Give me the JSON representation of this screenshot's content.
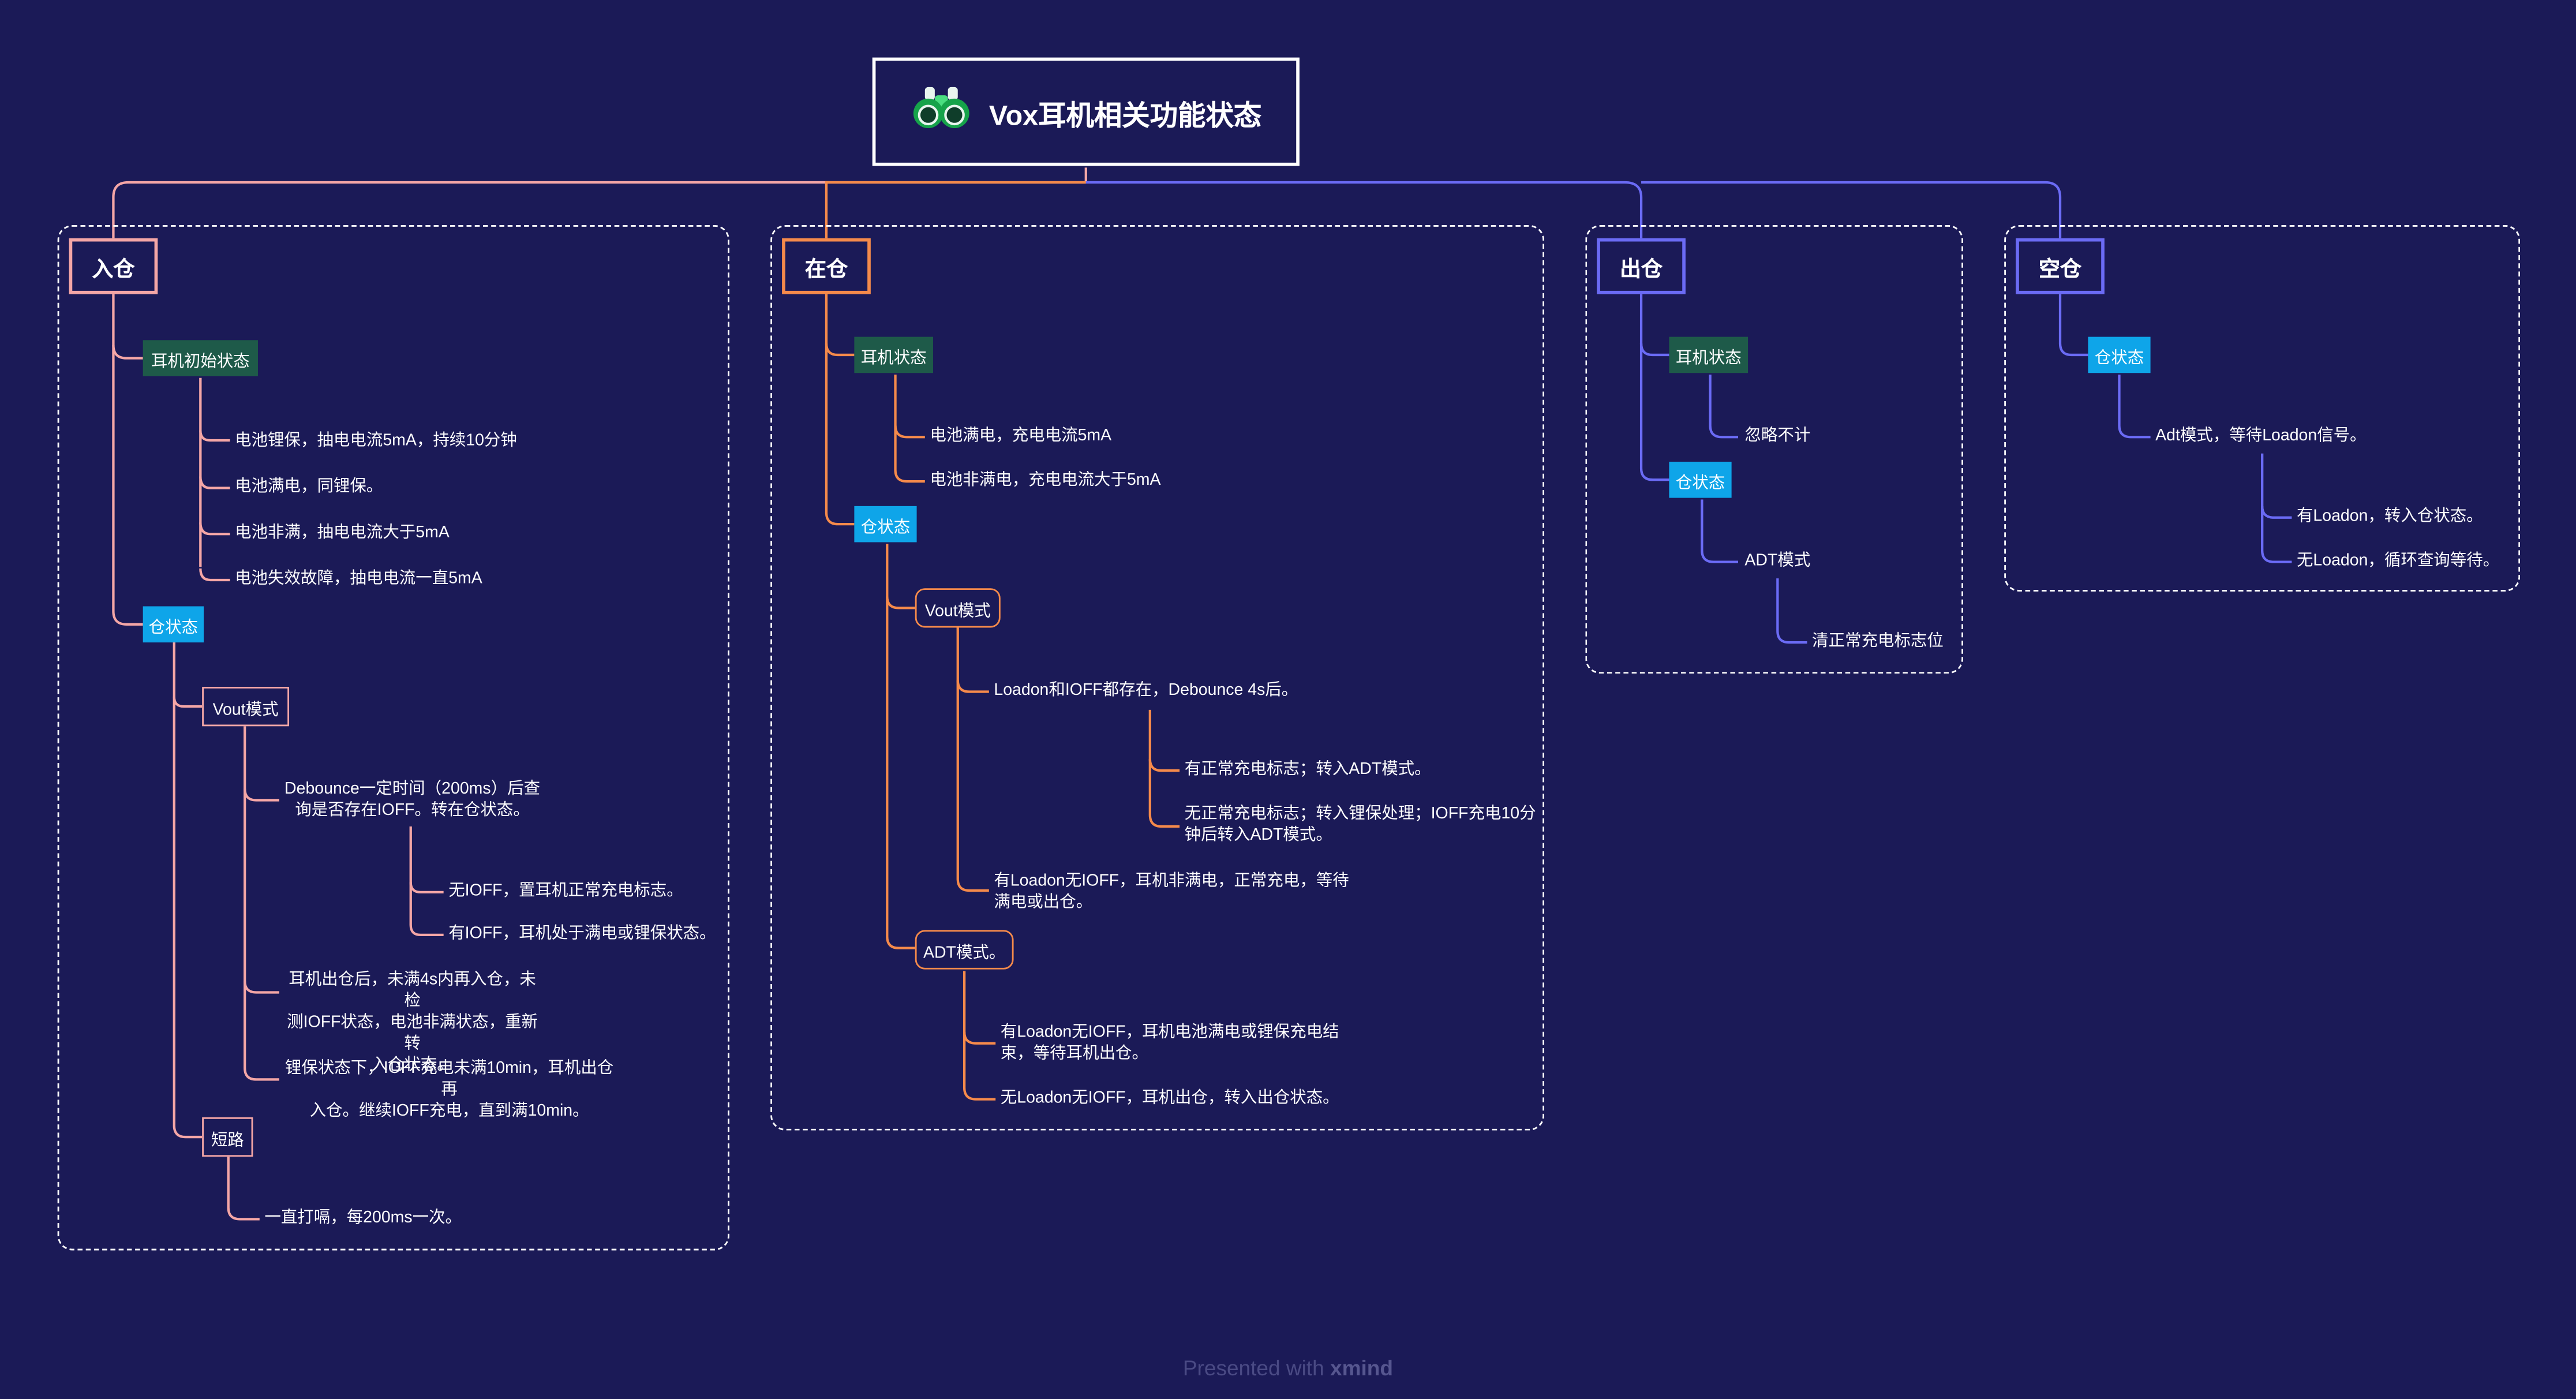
{
  "title": "Vox耳机相关功能状态",
  "colors": {
    "background": "#1b1a57",
    "branch_pink": "#f4a6a6",
    "branch_orange": "#f58a4b",
    "branch_indigo": "#6b6bf5",
    "pill_green": "#1e5a49",
    "pill_blue": "#0ea5e9"
  },
  "icons": {
    "root": "binoculars-icon"
  },
  "branches": {
    "ru": {
      "label": "入仓",
      "headset_status": "耳机初始状态",
      "headset_items": [
        "电池锂保，抽电电流5mA，持续10分钟",
        "电池满电，同锂保。",
        "电池非满，抽电电流大于5mA",
        "电池失效故障，抽电电流一直5mA"
      ],
      "case_status": "仓状态",
      "vout_mode": "Vout模式",
      "debounce": "Debounce一定时间（200ms）后查\n询是否存在IOFF。转在仓状态。",
      "no_ioff": "无IOFF，置耳机正常充电标志。",
      "has_ioff": "有IOFF，耳机处于满电或锂保状态。",
      "reenter": "耳机出仓后，未满4s内再入仓，未检\n测IOFF状态，电池非满状态，重新转\n入仓状态。",
      "lithium_protect": "锂保状态下，IOFF充电未满10min，耳机出仓再\n入仓。继续IOFF充电，直到满10min。",
      "short_circuit": "短路",
      "beep": "一直打嗝，每200ms一次。"
    },
    "zai": {
      "label": "在仓",
      "headset_status": "耳机状态",
      "headset_items": [
        "电池满电，充电电流5mA",
        "电池非满电，充电电流大于5mA"
      ],
      "case_status": "仓状态",
      "vout_mode": "Vout模式",
      "loadon_ioff": "Loadon和IOFF都存在，Debounce 4s后。",
      "normal_flag": "有正常充电标志；转入ADT模式。",
      "no_normal_flag": "无正常充电标志；转入锂保处理；IOFF充电10分\n钟后转入ADT模式。",
      "loadon_no_ioff": "有Loadon无IOFF，耳机非满电，正常充电，等待\n满电或出仓。",
      "adt_mode": "ADT模式。",
      "adt_loadon": "有Loadon无IOFF，耳机电池满电或锂保充电结\n束，等待耳机出仓。",
      "adt_no_loadon": "无Loadon无IOFF，耳机出仓，转入出仓状态。"
    },
    "chu": {
      "label": "出仓",
      "headset_status": "耳机状态",
      "ignore": "忽略不计",
      "case_status": "仓状态",
      "adt_mode": "ADT模式",
      "clear_flag": "清正常充电标志位"
    },
    "kong": {
      "label": "空仓",
      "case_status": "仓状态",
      "adt_wait": "Adt模式，等待Loadon信号。",
      "has_loadon": "有Loadon，转入仓状态。",
      "no_loadon": "无Loadon，循环查询等待。"
    }
  },
  "footer": {
    "prefix": "Presented with",
    "brand": "xmind"
  }
}
